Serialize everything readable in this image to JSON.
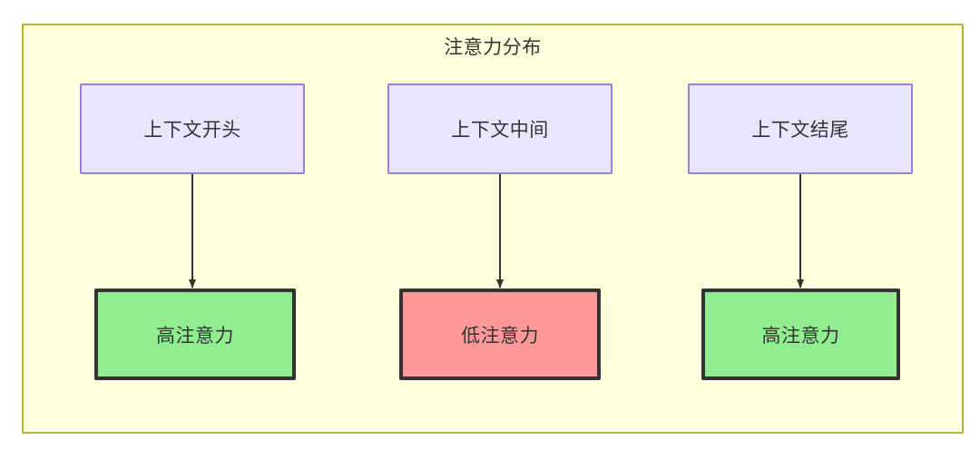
{
  "diagram": {
    "title": "注意力分布",
    "background_color": "#ffffdd",
    "border_color": "#b5b335",
    "context_nodes": [
      {
        "id": "context-start",
        "label": "上下文开头",
        "fill": "#e8e6fc",
        "stroke": "#9d7ae0"
      },
      {
        "id": "context-middle",
        "label": "上下文中间",
        "fill": "#e8e6fc",
        "stroke": "#9d7ae0"
      },
      {
        "id": "context-end",
        "label": "上下文结尾",
        "fill": "#e8e6fc",
        "stroke": "#9d7ae0"
      }
    ],
    "attention_nodes": [
      {
        "id": "attention-high-start",
        "label": "高注意力",
        "fill": "#90ee90",
        "stroke": "#333333"
      },
      {
        "id": "attention-low-middle",
        "label": "低注意力",
        "fill": "#ff9999",
        "stroke": "#333333"
      },
      {
        "id": "attention-high-end",
        "label": "高注意力",
        "fill": "#90ee90",
        "stroke": "#333333"
      }
    ],
    "edges": [
      {
        "from": "上下文开头",
        "to": "高注意力",
        "label": ""
      },
      {
        "from": "上下文中间",
        "to": "低注意力",
        "label": ""
      },
      {
        "from": "上下文结尾",
        "to": "高注意力",
        "label": ""
      }
    ],
    "edge_color": "#333333"
  }
}
